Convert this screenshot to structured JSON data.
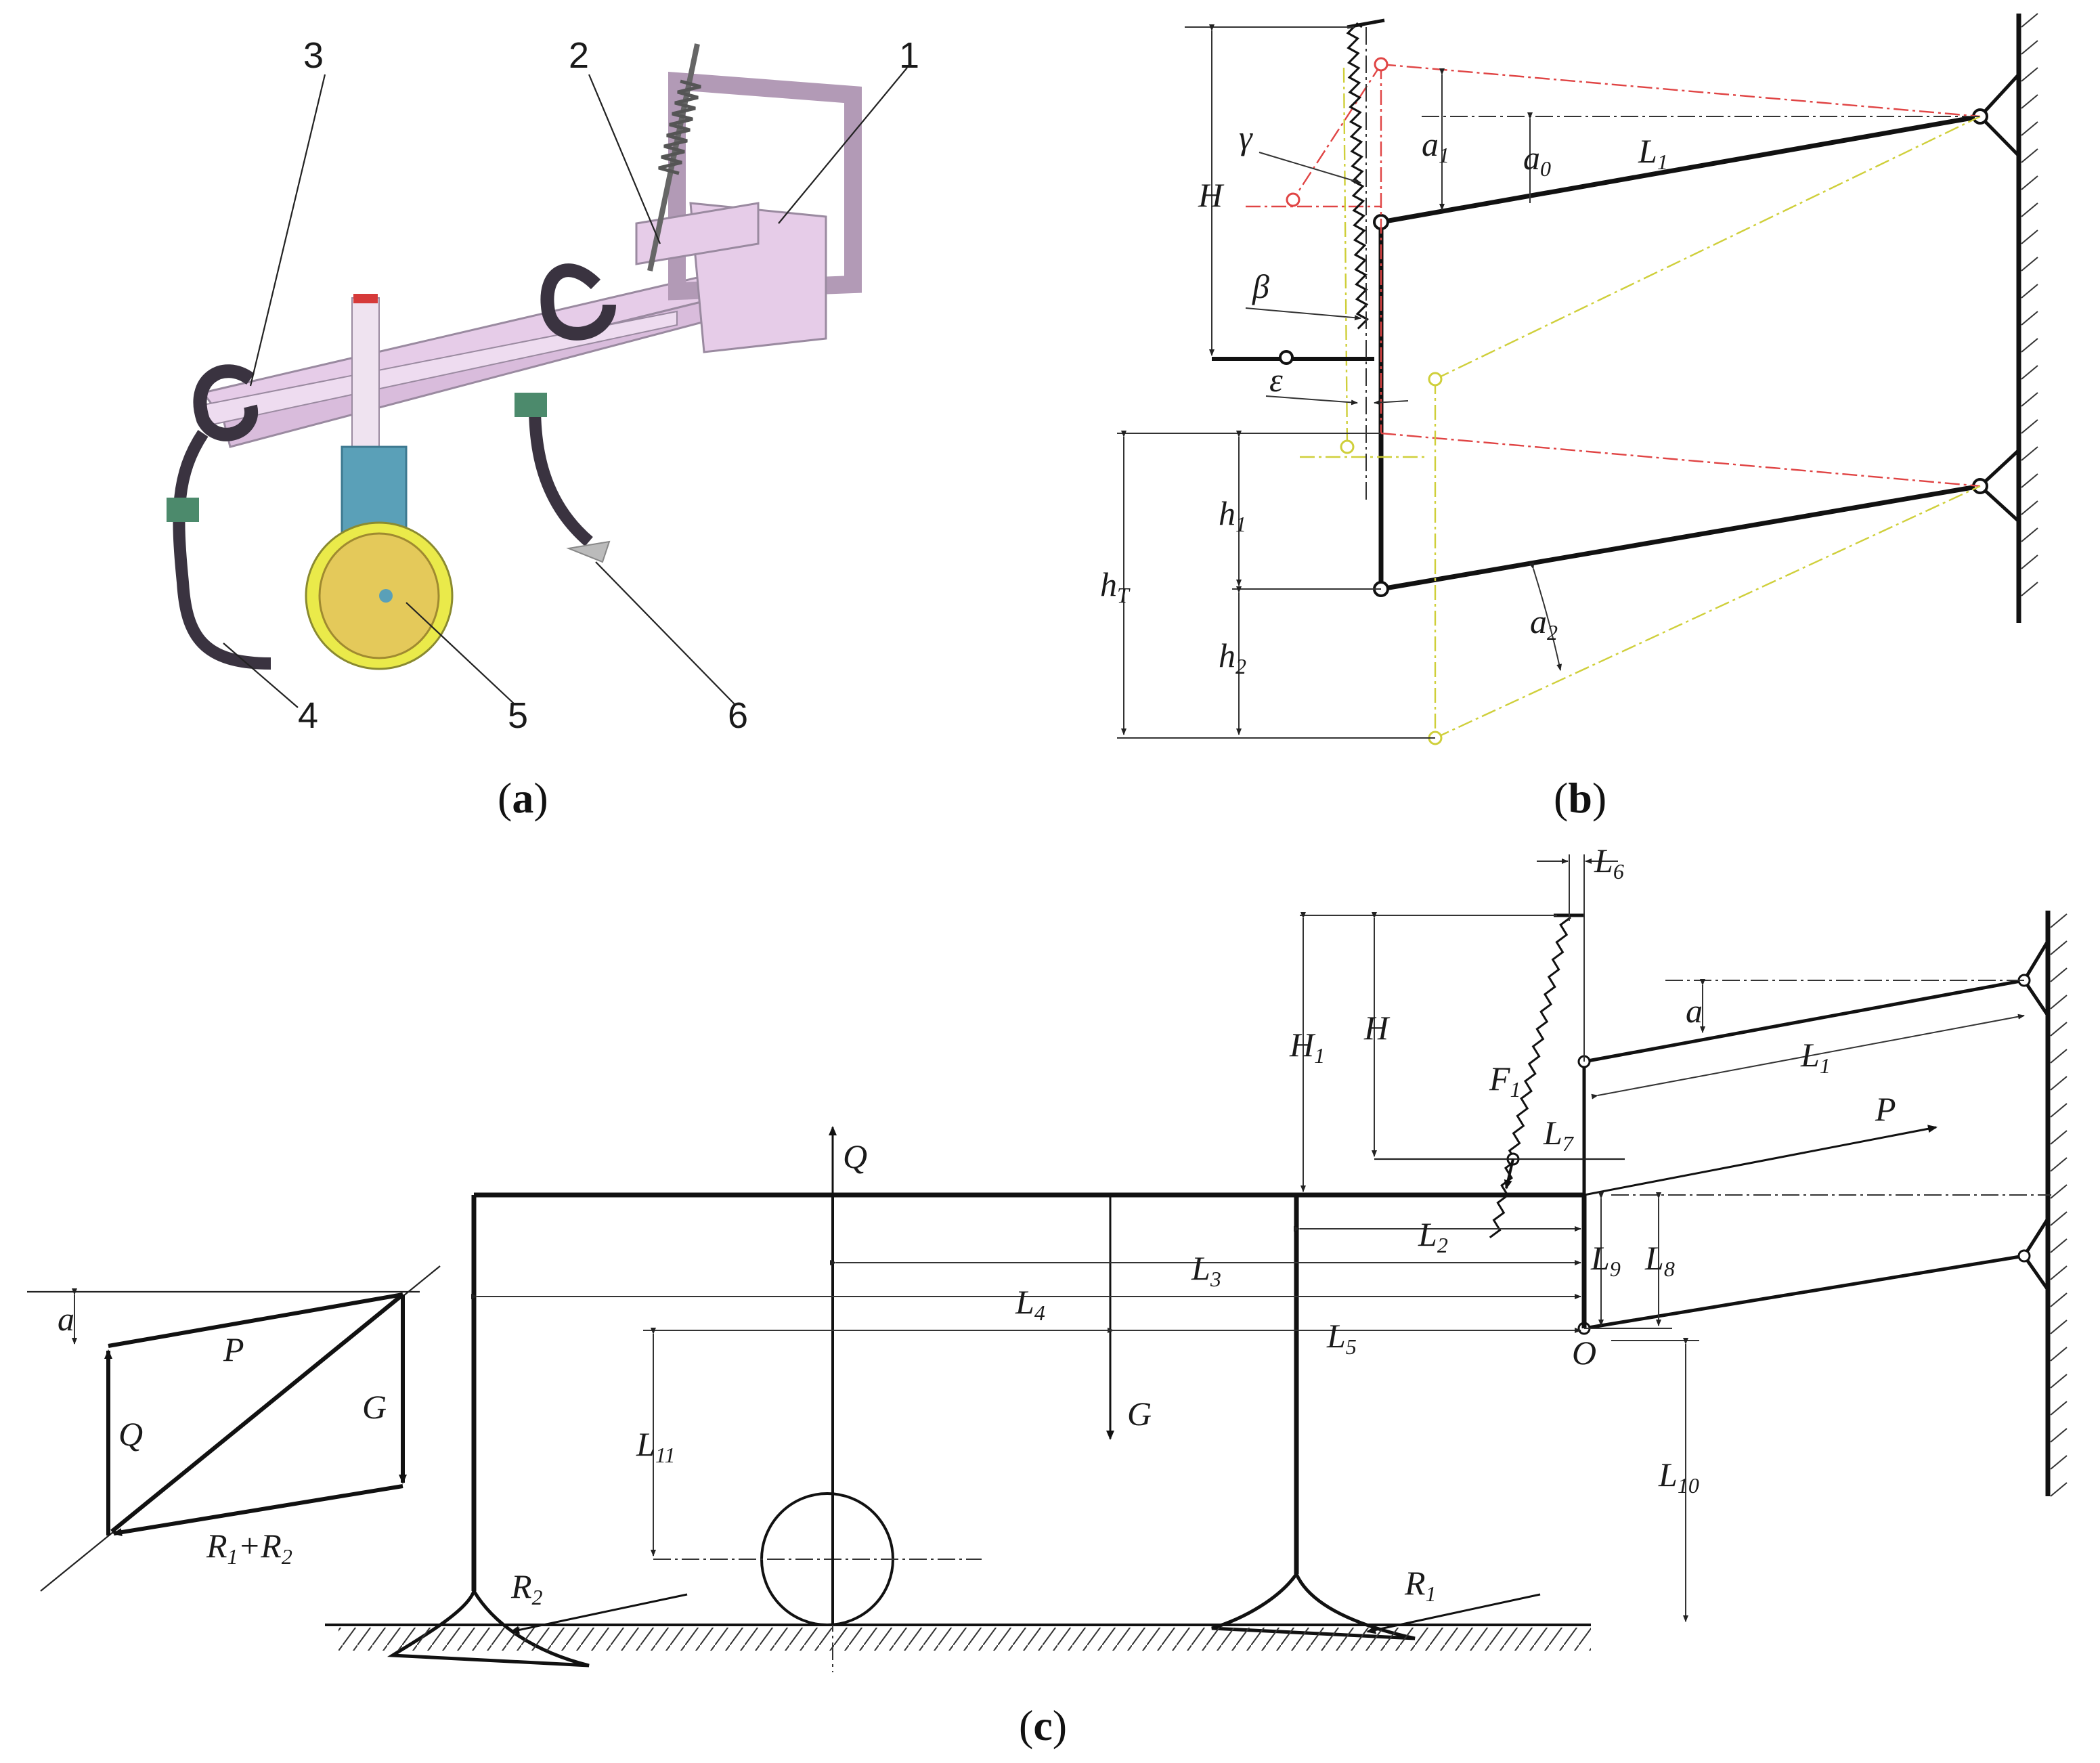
{
  "panel_a": {
    "caption": "a",
    "callouts": [
      "1",
      "2",
      "3",
      "4",
      "5",
      "6"
    ]
  },
  "panel_b": {
    "caption": "b",
    "labels": {
      "H": "H",
      "gamma": "γ",
      "beta": "β",
      "epsilon": "ε",
      "a1": "a",
      "a1_sub": "1",
      "a0": "a",
      "a0_sub": "0",
      "L1": "L",
      "L1_sub": "1",
      "h1": "h",
      "h1_sub": "1",
      "h2": "h",
      "h2_sub": "2",
      "hT": "h",
      "hT_sub": "T",
      "a2": "a",
      "a2_sub": "2"
    }
  },
  "panel_c": {
    "caption": "c",
    "labels": {
      "L6": "L",
      "L6_sub": "6",
      "H1": "H",
      "H1_sub": "1",
      "H": "H",
      "F1": "F",
      "F1_sub": "1",
      "L7": "L",
      "L7_sub": "7",
      "a": "a",
      "L1": "L",
      "L1_sub": "1",
      "P": "P",
      "Q": "Q",
      "L2": "L",
      "L2_sub": "2",
      "L3": "L",
      "L3_sub": "3",
      "L9": "L",
      "L9_sub": "9",
      "L8": "L",
      "L8_sub": "8",
      "L4": "L",
      "L4_sub": "4",
      "L5": "L",
      "L5_sub": "5",
      "O": "O",
      "G": "G",
      "L11": "L",
      "L11_sub": "11",
      "L10": "L",
      "L10_sub": "10",
      "R2": "R",
      "R2_sub": "2",
      "R1": "R",
      "R1_sub": "1"
    },
    "force_polygon": {
      "a": "a",
      "P": "P",
      "Q": "Q",
      "G": "G",
      "R": "R",
      "R1_sub": "1",
      "plus": "+",
      "R2_sub": "2"
    }
  },
  "colors": {
    "frame": "#e6cce8",
    "wheel": "#e4c95a",
    "wheel_rim": "#eaea4a",
    "post": "#5aa0b8",
    "tine": "#3a3340",
    "red_line": "#e04444",
    "yellow_line": "#cfcf3a"
  }
}
